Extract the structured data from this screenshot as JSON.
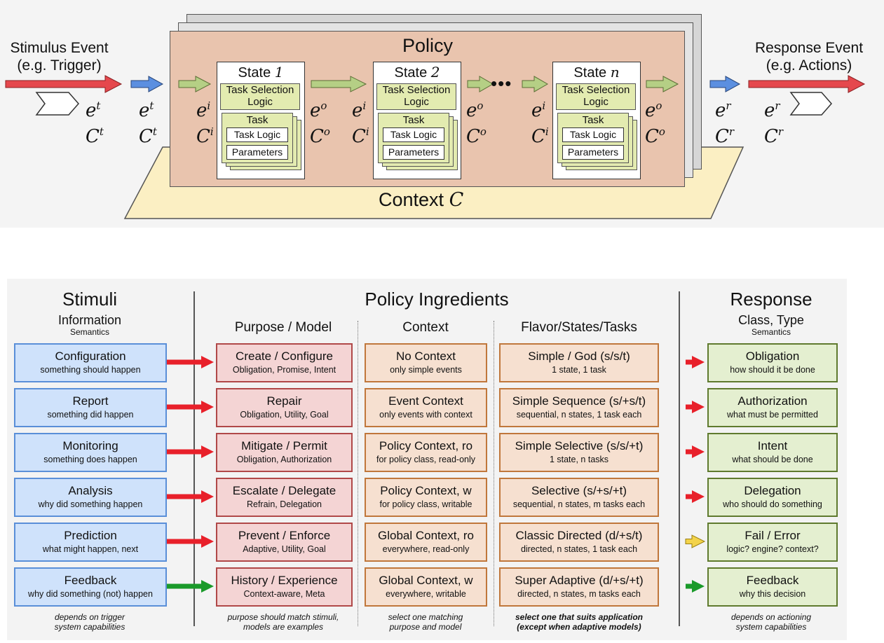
{
  "top": {
    "stimulus_event": "Stimulus Event",
    "stimulus_example": "(e.g. Trigger)",
    "response_event": "Response Event",
    "response_example": "(e.g. Actions)",
    "policy_title": "Policy",
    "context_label": "Context",
    "context_symbol": "C",
    "states": [
      {
        "label": "State",
        "index": "1",
        "tsl": "Task Selection Logic",
        "task": "Task",
        "task_logic": "Task Logic",
        "parameters": "Parameters"
      },
      {
        "label": "State",
        "index": "2",
        "tsl": "Task Selection Logic",
        "task": "Task",
        "task_logic": "Task Logic",
        "parameters": "Parameters"
      },
      {
        "label": "State",
        "index": "n",
        "tsl": "Task Selection Logic",
        "task": "Task",
        "task_logic": "Task Logic",
        "parameters": "Parameters"
      }
    ],
    "ellipsis": "•••",
    "symbols": {
      "e": "e",
      "c": "C",
      "t": "t",
      "i": "i",
      "o": "o",
      "r": "r"
    },
    "colors": {
      "red_arrow": "#e5484d",
      "blue_arrow": "#5b8fe0",
      "green_arrow": "#b5cf85",
      "policy": "#e9c4ae",
      "context": "#fbefc3"
    }
  },
  "columns": {
    "stimuli": {
      "title": "Stimuli",
      "subtitle": "Information",
      "subsub": "Semantics",
      "items": [
        {
          "main": "Configuration",
          "sub": "something should happen"
        },
        {
          "main": "Report",
          "sub": "something did happen"
        },
        {
          "main": "Monitoring",
          "sub": "something does happen"
        },
        {
          "main": "Analysis",
          "sub": "why did something happen"
        },
        {
          "main": "Prediction",
          "sub": "what might happen, next"
        },
        {
          "main": "Feedback",
          "sub": "why did something (not) happen"
        }
      ],
      "footer": [
        "depends on trigger",
        "system capabilities"
      ]
    },
    "ingredients_title": "Policy Ingredients",
    "purpose": {
      "title": "Purpose / Model",
      "items": [
        {
          "main": "Create / Configure",
          "sub": "Obligation, Promise, Intent"
        },
        {
          "main": "Repair",
          "sub": "Obligation, Utility, Goal"
        },
        {
          "main": "Mitigate / Permit",
          "sub": "Obligation, Authorization"
        },
        {
          "main": "Escalate / Delegate",
          "sub": "Refrain, Delegation"
        },
        {
          "main": "Prevent / Enforce",
          "sub": "Adaptive, Utility, Goal"
        },
        {
          "main": "History / Experience",
          "sub": "Context-aware, Meta"
        }
      ],
      "footer": [
        "purpose should match stimuli,",
        "models are examples"
      ]
    },
    "context": {
      "title": "Context",
      "items": [
        {
          "main": "No Context",
          "sub": "only simple events"
        },
        {
          "main": "Event Context",
          "sub": "only events with context"
        },
        {
          "main": "Policy Context, ro",
          "sub": "for policy class, read-only"
        },
        {
          "main": "Policy Context, w",
          "sub": "for policy class, writable"
        },
        {
          "main": "Global Context, ro",
          "sub": "everywhere, read-only"
        },
        {
          "main": "Global Context, w",
          "sub": "everywhere, writable"
        }
      ],
      "footer": [
        "select one matching",
        "purpose and model"
      ]
    },
    "flavor": {
      "title": "Flavor/States/Tasks",
      "items": [
        {
          "main": "Simple / God (s/s/t)",
          "sub": "1 state, 1 task"
        },
        {
          "main": "Simple Sequence (s/+s/t)",
          "sub": "sequential, n states, 1 task each"
        },
        {
          "main": "Simple Selective (s/s/+t)",
          "sub": "1 state, n tasks"
        },
        {
          "main": "Selective (s/+s/+t)",
          "sub": "sequential, n states, m tasks each"
        },
        {
          "main": "Classic Directed (d/+s/t)",
          "sub": "directed, n states, 1 task each"
        },
        {
          "main": "Super Adaptive (d/+s/+t)",
          "sub": "directed, n states, m tasks each"
        }
      ],
      "footer": [
        "select one that suits application",
        "(except when adaptive models)"
      ]
    },
    "response": {
      "title": "Response",
      "subtitle": "Class, Type",
      "subsub": "Semantics",
      "items": [
        {
          "main": "Obligation",
          "sub": "how should it be done"
        },
        {
          "main": "Authorization",
          "sub": "what must be permitted"
        },
        {
          "main": "Intent",
          "sub": "what should be done"
        },
        {
          "main": "Delegation",
          "sub": "who should do something"
        },
        {
          "main": "Fail / Error",
          "sub": "logic? engine? context?"
        },
        {
          "main": "Feedback",
          "sub": "why this decision"
        }
      ],
      "footer": [
        "depends on actioning",
        "system capabilities"
      ]
    },
    "arrow_colors": [
      "#e8202a",
      "#e8202a",
      "#e8202a",
      "#e8202a",
      "#e8202a",
      "#1a9a2a"
    ],
    "response_arrow_colors": [
      "#e8202a",
      "#e8202a",
      "#e8202a",
      "#e8202a",
      "#f3d34a",
      "#1a9a2a"
    ]
  }
}
